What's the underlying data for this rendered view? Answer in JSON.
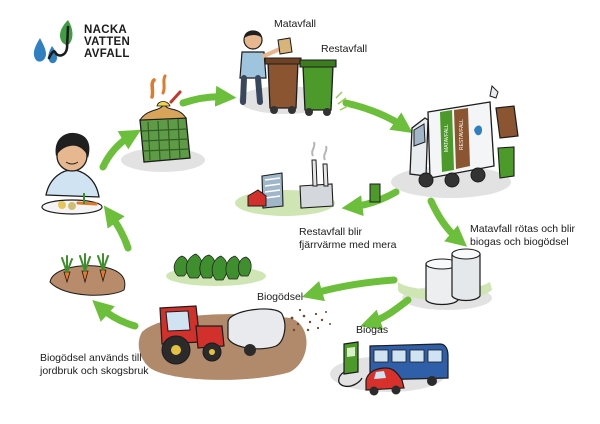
{
  "logo": {
    "line1": "NACKA",
    "line2": "VATTEN",
    "line3": "AVFALL"
  },
  "labels": {
    "matavfall": "Matavfall",
    "restavfall": "Restavfall",
    "rotas_line1": "Matavfall rötas och blir",
    "rotas_line2": "biogas och biogödsel",
    "fjarrvarme_line1": "Restavfall blir",
    "fjarrvarme_line2": "fjärrvärme med mera",
    "biogodsel": "Biogödsel",
    "biogas": "Biogas",
    "anvands_line1": "Biogödsel används till",
    "anvands_line2": "jordbruk och skogsbruk"
  },
  "truck": {
    "side_text_1": "MATAVFALL",
    "side_text_2": "RESTAVFALL"
  },
  "colors": {
    "arrow_green": "#6cbf3a",
    "food_bin_brown": "#8a5530",
    "rest_bin_green": "#4c9a2a",
    "tractor_red": "#d1302b",
    "bus_blue": "#2f5fa8",
    "car_red": "#d8312c",
    "logo_blue": "#2f7fc1",
    "logo_green": "#3f9d43"
  }
}
